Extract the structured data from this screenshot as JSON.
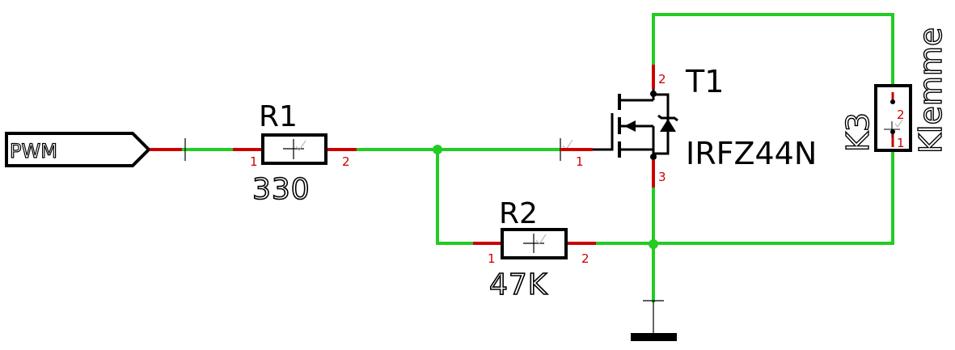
{
  "netlabel": {
    "text": "PWM"
  },
  "r1": {
    "name": "R1",
    "value": "330",
    "pin1": "1",
    "pin2": "2"
  },
  "r2": {
    "name": "R2",
    "value": "47K",
    "pin1": "1",
    "pin2": "2"
  },
  "t1": {
    "name": "T1",
    "part": "IRFZ44N",
    "pin_gate": "1",
    "pin_drain": "2",
    "pin_source": "3"
  },
  "k3": {
    "name": "K3",
    "value": "Klemme",
    "pin1": "1",
    "pin2": "2"
  },
  "colors": {
    "wire": "#22cc22",
    "pin": "#cc0000",
    "symbol": "#000000",
    "junction": "#22cc22"
  }
}
